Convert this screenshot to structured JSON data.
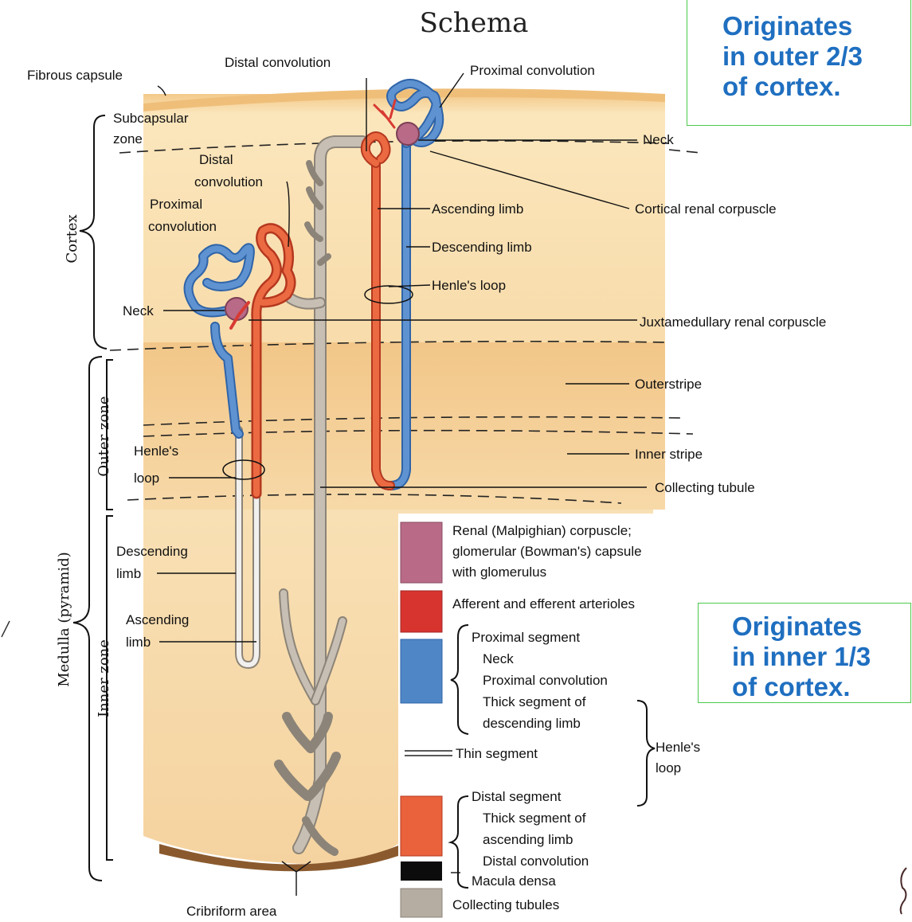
{
  "title": "Schema",
  "callouts": {
    "outer": [
      "Originates",
      "in outer 2/3",
      "of cortex."
    ],
    "inner": [
      "Originates",
      "in inner 1/3",
      "of cortex."
    ]
  },
  "labels": {
    "fibrous_capsule": "Fibrous capsule",
    "distal_convolution_top": "Distal convolution",
    "proximal_convolution_top": "Proximal convolution",
    "subcapsular": "Subcapsular",
    "zone": "zone",
    "distal": "Distal",
    "convolution": "convolution",
    "proximal": "Proximal",
    "neck_top": "Neck",
    "cortical_renal_corpuscle": "Cortical renal corpuscle",
    "ascending_limb_top": "Ascending limb",
    "descending_limb_top": "Descending limb",
    "henles_loop_top": "Henle's loop",
    "neck_left": "Neck",
    "juxtamedullary_renal_corpuscle": "Juxtamedullary renal corpuscle",
    "outer_stripe": "Outerstripe",
    "inner_stripe": "Inner stripe",
    "henles": "Henle's",
    "loop": "loop",
    "collecting_tubule": "Collecting tubule",
    "descending": "Descending",
    "limb": "limb",
    "ascending": "Ascending",
    "cribriform_area": "Cribriform area"
  },
  "zones": {
    "cortex": "Cortex",
    "outer_zone": "Outer zone",
    "inner_zone": "Inner zone",
    "medulla": "Medulla (pyramid)"
  },
  "legend": {
    "corpuscle": [
      "Renal (Malpighian) corpuscle;",
      "glomerular (Bowman's) capsule",
      "with glomerulus"
    ],
    "arterioles": "Afferent and efferent arterioles",
    "proximal": [
      "Proximal segment",
      "Neck",
      "Proximal convolution",
      "Thick segment of",
      "descending limb"
    ],
    "thin": "Thin segment",
    "henles_loop": [
      "Henle's",
      "loop"
    ],
    "distal": [
      "Distal segment",
      "Thick segment of",
      "ascending limb",
      "Distal convolution"
    ],
    "macula": "Macula densa",
    "collecting": "Collecting tubules"
  },
  "colors": {
    "cortex": "#f8dfae",
    "medulla_outer": "#f5d19a",
    "medulla_inner": "#f7dcae",
    "proximal_blue": "#4f86c6",
    "distal_orange": "#e9623c",
    "arteriole_red": "#d83a33",
    "corpuscle": "#b86a86",
    "collecting_gray": "#b5ada2",
    "callout_text": "#1f6fc0",
    "callout_border": "#4cc94c"
  }
}
